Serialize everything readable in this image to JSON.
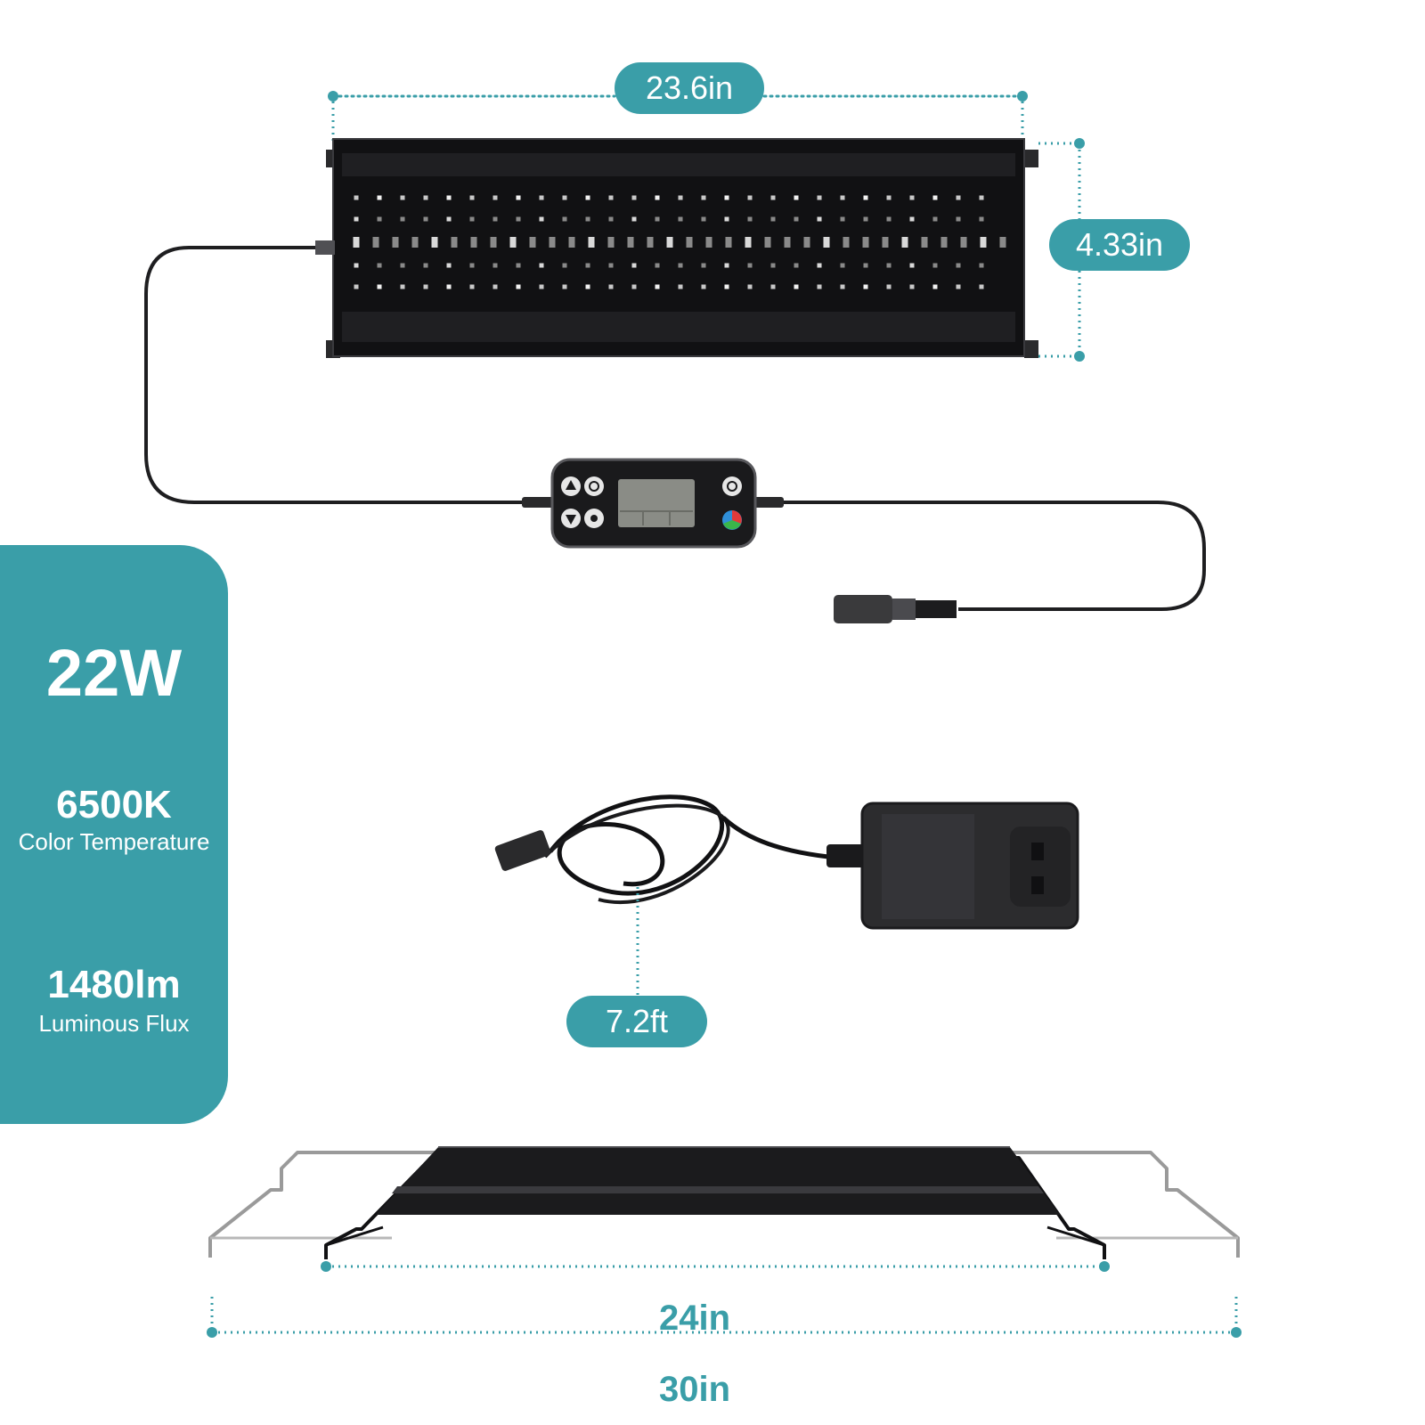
{
  "colors": {
    "accent": "#3a9ea8",
    "product_black": "#1b1b1d",
    "bracket_grey": "#9a9a9a"
  },
  "dimensions": {
    "light_width": "23.6in",
    "light_height": "4.33in",
    "cord_length": "7.2ft",
    "bracket_min": "24in",
    "bracket_max": "30in"
  },
  "specs": {
    "wattage": "22W",
    "color_temp_value": "6500K",
    "color_temp_label": "Color Temperature",
    "flux_value": "1480lm",
    "flux_label": "Luminous Flux"
  },
  "icons": {
    "controller": "remote-controller-icon",
    "adapter": "power-adapter-icon",
    "bracket": "extendable-bracket-icon"
  }
}
